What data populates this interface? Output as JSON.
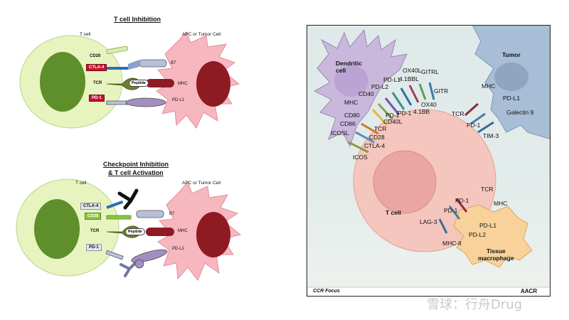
{
  "left_top": {
    "title": "T cell Inhibition",
    "t_cell": "T cell",
    "apc": "APC or Tumor Cell",
    "labels": {
      "cd28": "CD28",
      "ctla4": "CTLA-4",
      "tcr": "TCR",
      "pd1": "PD-1",
      "b7": "B7",
      "mhc": "MHC",
      "pdl1": "PD-L1",
      "peptide": "Peptide"
    }
  },
  "left_bottom": {
    "title_line1": "Checkpoint Inhibition",
    "title_line2": "& T cell Activation",
    "t_cell": "T cell",
    "apc": "APC or Tumor Cell",
    "labels": {
      "ctla4": "CTLA-4",
      "cd28": "CD28",
      "tcr": "TCR",
      "pd1": "PD-1",
      "b7": "B7",
      "mhc": "MHC",
      "pdl1": "PD-L1",
      "peptide": "Peptide"
    }
  },
  "right": {
    "dendritic": "Dendritic cell",
    "tumor": "Tumor",
    "t_cell": "T cell",
    "macrophage_line1": "Tissue",
    "macrophage_line2": "macrophage",
    "dc_labels": {
      "mhc": "MHC",
      "cd40": "CD40",
      "pdl2": "PD-L2",
      "pdl1": "PD-L1",
      "bb4l": "4.1BBL",
      "ox40l": "OX40L",
      "gitrl": "GITRL",
      "gitr": "GITR",
      "ox40": "OX40",
      "bb4": "4.1BB",
      "cd40l": "CD40L",
      "pd1a": "PD-1",
      "pd1b": "PD-1",
      "cd80": "CD80",
      "cd86": "CD86",
      "icosl": "ICOSL",
      "tcr": "TCR",
      "cd28": "CD28",
      "ctla4": "CTLA-4",
      "icos": "ICOS"
    },
    "tumor_labels": {
      "mhc": "MHC",
      "pdl1": "PD-L1",
      "tcr": "TCR",
      "galectin9": "Galectin 9",
      "pd1": "PD-1",
      "tim3": "TIM-3"
    },
    "mac_labels": {
      "tcr": "TCR",
      "mhc": "MHC",
      "pd1": "PD-1",
      "pdl1": "PD-L1",
      "pdl2": "PD-L2",
      "lag3": "LAG-3",
      "mhc2": "MHC-II"
    },
    "footer_left": "CCR Focus",
    "footer_right": "AACR"
  },
  "watermark": "雪球：行舟Drug",
  "colors": {
    "t_cell": "#e8f4c0",
    "nucleus_green": "#5e8f2a",
    "apc": "#f6b7bf",
    "nucleus_red": "#8e1a24",
    "dendritic": "#c9b8dc",
    "tumor_cell": "#a8bdd6",
    "t_cell_right": "#f5c6bd",
    "macrophage": "#f8d29a"
  }
}
